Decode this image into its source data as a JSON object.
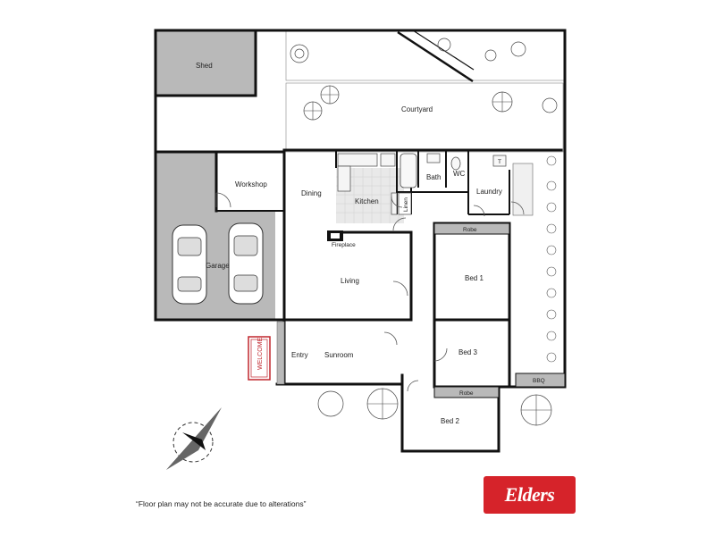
{
  "plan": {
    "rooms": {
      "shed": "Shed",
      "courtyard": "Courtyard",
      "workshop": "Workshop",
      "dining": "Dining",
      "kitchen": "Kitchen",
      "linen": "Linen",
      "bath": "Bath",
      "wc": "WC",
      "laundry": "Laundry",
      "fireplace": "Fireplace",
      "garage": "Garage",
      "living": "Living",
      "robe1": "Robe",
      "bed1": "Bed 1",
      "entry": "Entry",
      "sunroom": "Sunroom",
      "bed3": "Bed 3",
      "robe2": "Robe",
      "bbq": "BBQ",
      "bed2": "Bed 2"
    },
    "welcome_mat": "WELCOME",
    "disclaimer": "“Floor plan may not be accurate due to alterations”"
  },
  "brand": {
    "logo_text": "Elders",
    "color": "#d6232a"
  },
  "colors": {
    "shaded_area": "#b9b9b9",
    "kitchen_tile": "#e9e9e9",
    "wall": "#111111"
  }
}
